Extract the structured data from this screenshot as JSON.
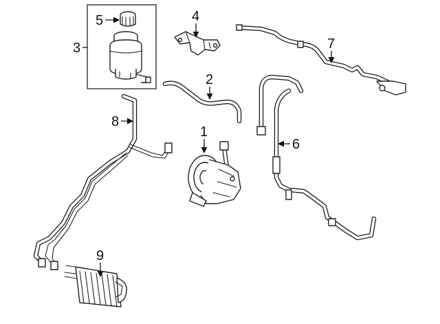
{
  "callouts": {
    "pump": "1",
    "hose_pressure_upper": "2",
    "reservoir_assembly": "3",
    "bracket": "4",
    "reservoir_cap": "5",
    "hose_right": "6",
    "hose_top_right": "7",
    "return_line": "8",
    "cooler": "9"
  },
  "colors": {
    "line": "#222222",
    "background": "#ffffff"
  }
}
